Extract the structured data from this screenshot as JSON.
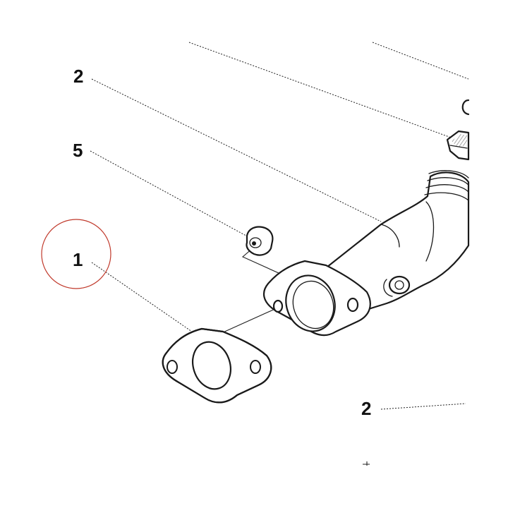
{
  "callouts": [
    {
      "id": "callout-2-top",
      "label": "2"
    },
    {
      "id": "callout-5",
      "label": "5"
    },
    {
      "id": "callout-1",
      "label": "1"
    },
    {
      "id": "callout-2-bottom",
      "label": "2"
    }
  ],
  "highlight": {
    "target": "callout-1",
    "color": "#c0392b"
  },
  "colors": {
    "line": "#1a1a1a",
    "hatch": "#555555",
    "background": "#ffffff"
  }
}
